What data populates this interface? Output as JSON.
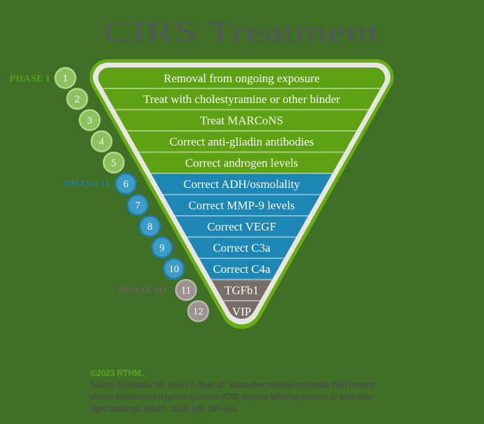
{
  "title": "CIRS Treatment",
  "phases": [
    {
      "label": "PHASE I",
      "color": "#55a021"
    },
    {
      "label": "PHASE II",
      "color": "#1a7db2"
    },
    {
      "label": "PHASE III",
      "color": "#6a625d"
    }
  ],
  "pyramid": {
    "rows": [
      {
        "num": "1",
        "label": "Removal from ongoing exposure",
        "phase": "PHASE I"
      },
      {
        "num": "2",
        "label": "Treat with cholestyramine or other binder",
        "phase": "PHASE I"
      },
      {
        "num": "3",
        "label": "Treat MARCoNS",
        "phase": "PHASE I"
      },
      {
        "num": "4",
        "label": "Correct anti-gliadin antibodies",
        "phase": "PHASE I"
      },
      {
        "num": "5",
        "label": "Correct androgen levels",
        "phase": "PHASE I"
      },
      {
        "num": "6",
        "label": "Correct ADH/osmolality",
        "phase": "PHASE II"
      },
      {
        "num": "7",
        "label": "Correct MMP-9 levels",
        "phase": "PHASE II"
      },
      {
        "num": "8",
        "label": "Correct VEGF",
        "phase": "PHASE II"
      },
      {
        "num": "9",
        "label": "Correct C3a",
        "phase": "PHASE II"
      },
      {
        "num": "10",
        "label": "Correct C4a",
        "phase": "PHASE II"
      },
      {
        "num": "11",
        "label": "TGFb1",
        "phase": "PHASE III"
      },
      {
        "num": "12",
        "label": "VIP",
        "phase": "PHASE III"
      }
    ]
  },
  "colors": {
    "background": "#3f7026",
    "row_green": "#5da212",
    "row_blue": "#1c87b4",
    "row_gray": "#796d67",
    "border_green": "#68ae12",
    "border_white": "#e8e6e2",
    "circle_green_fill": "#8cc25e",
    "circle_green_ring": "#b3d78c",
    "circle_blue_fill": "#3d9bc9",
    "circle_blue_ring": "#1f7fae",
    "circle_gray_fill": "#9c9391",
    "circle_gray_ring": "#bdb6b4",
    "title_text": "#53575a",
    "footer_green": "#5ba41e",
    "footer_text": "#4c4c4c"
  },
  "footer": {
    "copyright": "©2023 RTHM.",
    "source_lines": [
      "Source: Shoemaker RS, House D, Ryan JC. Vasoactive intestinal polypetide (VIP) corrects",
      "chronic inflammatory response syndrome (CRS) acquired following exposure to water-dam-",
      "aged buildings. Health. 2013; 5(3): 396–401."
    ]
  }
}
